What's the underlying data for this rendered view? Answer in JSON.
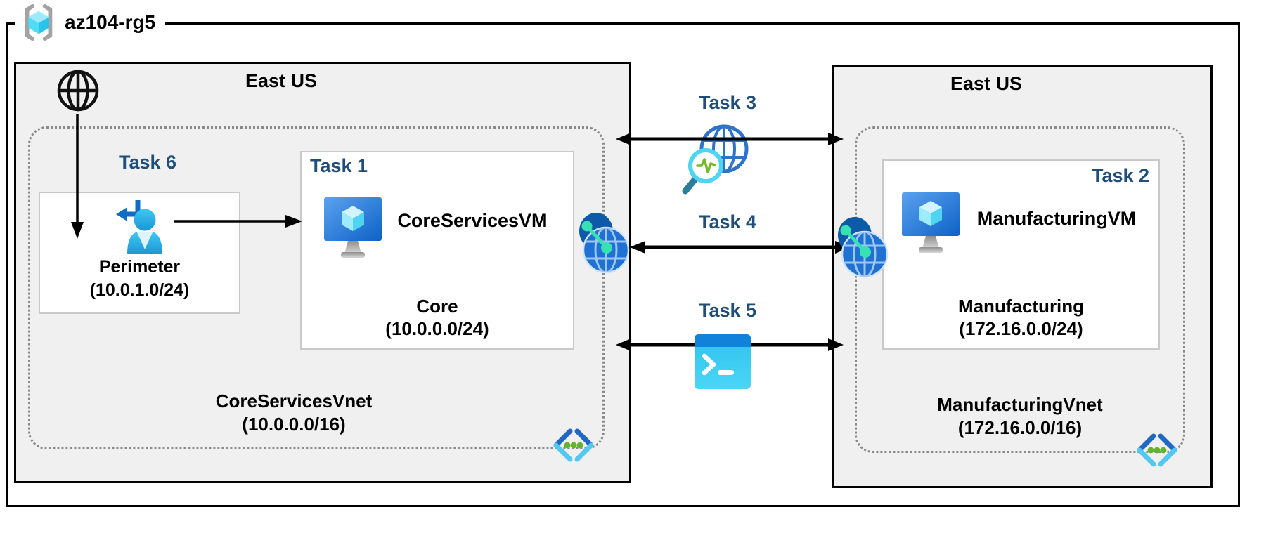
{
  "resource_group": {
    "label": "az104-rg5"
  },
  "regions": {
    "left": {
      "location": "East US",
      "vnet": {
        "name": "CoreServicesVnet",
        "cidr": "(10.0.0.0/16)"
      },
      "perimeter_subnet": {
        "task": "Task 6",
        "name": "Perimeter",
        "cidr": "(10.0.1.0/24)"
      },
      "core_subnet": {
        "task": "Task 1",
        "vm": "CoreServicesVM",
        "name": "Core",
        "cidr": "(10.0.0.0/24)"
      }
    },
    "right": {
      "location": "East US",
      "vnet": {
        "name": "ManufacturingVnet",
        "cidr": "(172.16.0.0/16)"
      },
      "subnet": {
        "task": "Task 2",
        "vm": "ManufacturingVM",
        "name": "Manufacturing",
        "cidr": "(172.16.0.0/24)"
      }
    }
  },
  "connections": {
    "task3": {
      "label": "Task 3"
    },
    "task4": {
      "label": "Task 4"
    },
    "task5": {
      "label": "Task 5"
    }
  },
  "icons": {
    "resource_group": "brackets-with-cube",
    "internet": "globe-outline",
    "guest_user": "person-with-return-arrow",
    "virtual_machine": "monitor-with-cube",
    "network_watcher": "globe-with-magnifier-pulse",
    "vnet_peering": "double-globe-with-link-dots",
    "cloud_shell": "terminal-prompt-window",
    "virtual_network": "angle-brackets-with-dots"
  },
  "colors": {
    "task_label": "#1f4e79",
    "region_fill": "#f0f0f0",
    "region_border": "#000000",
    "box_border": "#c9c9c9",
    "dotted_border": "#8a8a8a",
    "arrow": "#000000"
  }
}
